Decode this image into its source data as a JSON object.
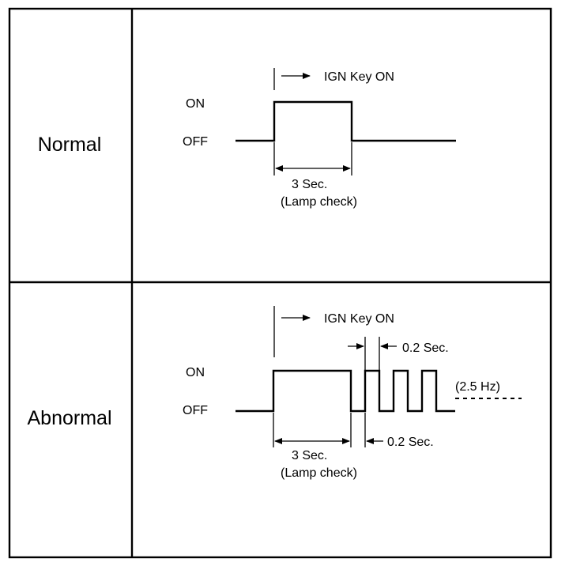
{
  "rows": {
    "normal": {
      "label": "Normal",
      "on_label": "ON",
      "off_label": "OFF",
      "ign_key_label": "IGN Key ON",
      "duration_label": "3 Sec.",
      "duration_note": "(Lamp check)"
    },
    "abnormal": {
      "label": "Abnormal",
      "on_label": "ON",
      "off_label": "OFF",
      "ign_key_label": "IGN Key ON",
      "duration_label": "3 Sec.",
      "duration_note": "(Lamp check)",
      "pulse_on_label": "0.2 Sec.",
      "pulse_off_label": "0.2 Sec.",
      "frequency_label": "(2.5 Hz)"
    }
  }
}
